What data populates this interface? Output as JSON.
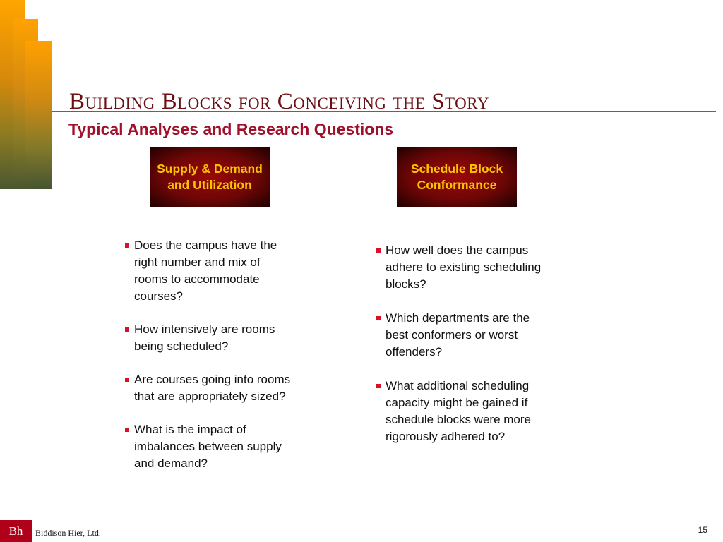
{
  "slide": {
    "title": "Building Blocks for Conceiving the Story",
    "subtitle": "Typical Analyses and Research Questions",
    "page_number": "15"
  },
  "boxes": [
    {
      "label": "Supply & Demand and Utilization"
    },
    {
      "label": "Schedule Block Conformance"
    }
  ],
  "left_questions": [
    "Does the campus have the right number and mix of rooms to accommodate courses?",
    "How intensively are rooms being scheduled?",
    "Are courses going into rooms that are appropriately sized?",
    "What is the impact of imbalances between supply and demand?"
  ],
  "right_questions": [
    "How well does the campus adhere to existing scheduling blocks?",
    "Which departments are the best conformers or worst offenders?",
    "What additional scheduling capacity might be gained if schedule blocks were more rigorously adhered to?"
  ],
  "footer": {
    "logo_text": "Bh",
    "company": "Biddison Hier, Ltd."
  },
  "colors": {
    "title": "#6b0f14",
    "subtitle": "#a0102a",
    "box_text": "#ffc400",
    "bullet": "#d8102a",
    "logo_bg": "#b0001a"
  }
}
